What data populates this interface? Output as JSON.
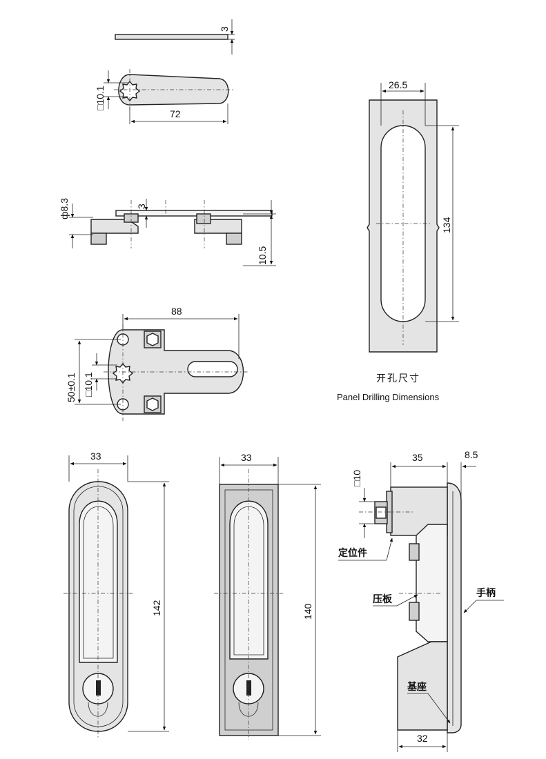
{
  "dimensions": {
    "thickness_top": "3",
    "square_top": "□10.1",
    "length_72": "72",
    "phi": "ф8.3",
    "thickness_side": "3",
    "height_10_5": "10.5",
    "width_88": "88",
    "height_50": "50±0.1",
    "square_mid": "□10.1",
    "cutout_width": "26.5",
    "cutout_height": "134",
    "front_width": "33",
    "front_height": "142",
    "rect_width": "33",
    "rect_height": "140",
    "side_square": "□10",
    "side_35": "35",
    "side_8_5": "8.5",
    "side_32": "32"
  },
  "captions": {
    "panel_cn": "开孔尺寸",
    "panel_en": "Panel Drilling Dimensions"
  },
  "callouts": {
    "locator": "定位件",
    "press_plate": "压板",
    "handle": "手柄",
    "base": "基座"
  }
}
